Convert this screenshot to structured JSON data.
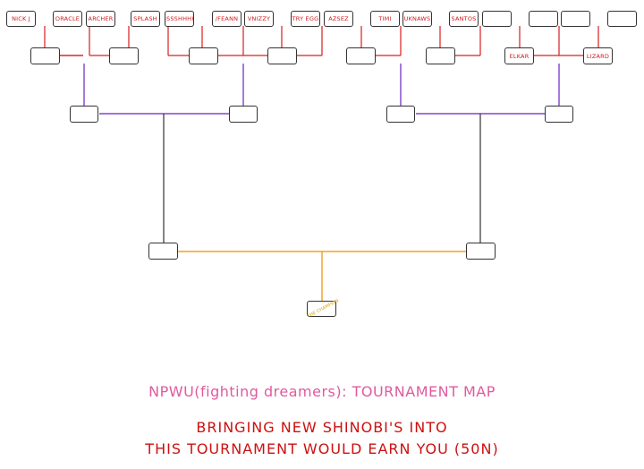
{
  "tournament": {
    "round1": [
      "NICK J",
      "ORACLE",
      "ARCHER",
      "SPLASH",
      "SSSSHHHH",
      "/FEANN",
      "VNIZZY",
      "TRY EGG",
      "AZSEZ",
      "TIMI",
      "UKNAWS",
      "SANTOS",
      "",
      "",
      "",
      ""
    ],
    "round2": [
      "",
      "",
      "",
      "",
      "",
      "",
      "",
      "",
      "",
      "",
      "",
      "",
      "",
      "",
      "ELKAR",
      "LIZARD"
    ],
    "round3": [
      "",
      "",
      "",
      ""
    ],
    "round4": [
      "",
      ""
    ],
    "champion_label": "THE CHAMPION"
  },
  "footer": {
    "title": "NPWU(fighting dreamers): TOURNAMENT MAP",
    "note_line1": "BRINGING NEW SHINOBI'S INTO",
    "note_line2": "THIS TOURNAMENT WOULD EARN YOU (50N)"
  },
  "colors": {
    "round1_links": "#d42020",
    "round2_links": "#6a22c0",
    "round3_links": "#333333",
    "final_link": "#f0a020",
    "title": "#e05a9e",
    "note": "#cc1010"
  }
}
